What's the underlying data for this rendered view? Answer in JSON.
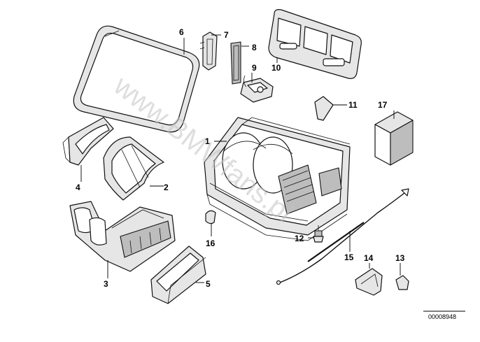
{
  "diagram": {
    "watermark": "www.BMWfans.pl",
    "reference_number": "00008948",
    "labels": [
      {
        "id": "1",
        "text": "1"
      },
      {
        "id": "2",
        "text": "2"
      },
      {
        "id": "3",
        "text": "3"
      },
      {
        "id": "4",
        "text": "4"
      },
      {
        "id": "5",
        "text": "5"
      },
      {
        "id": "6",
        "text": "6"
      },
      {
        "id": "7",
        "text": "7"
      },
      {
        "id": "8",
        "text": "8"
      },
      {
        "id": "9",
        "text": "9"
      },
      {
        "id": "10",
        "text": "10"
      },
      {
        "id": "11",
        "text": "11"
      },
      {
        "id": "12",
        "text": "12"
      },
      {
        "id": "13",
        "text": "13"
      },
      {
        "id": "14",
        "text": "14"
      },
      {
        "id": "15",
        "text": "15"
      },
      {
        "id": "16",
        "text": "16"
      },
      {
        "id": "17",
        "text": "17"
      }
    ]
  }
}
